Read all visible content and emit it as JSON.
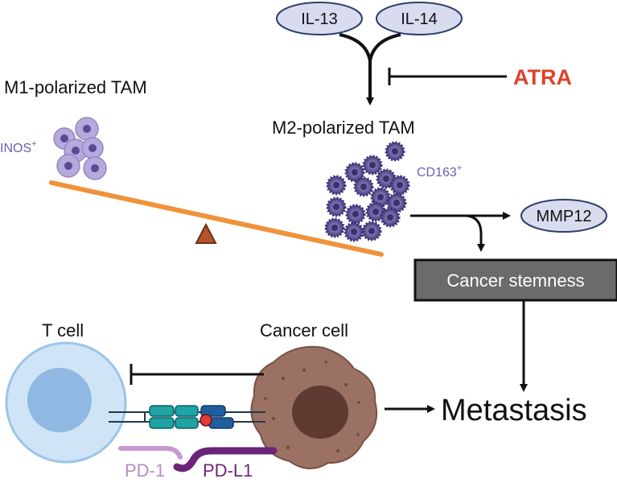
{
  "cytokines": {
    "il13": "IL-13",
    "il14": "IL-14"
  },
  "inhibitor": "ATRA",
  "m1": {
    "title": "M1-polarized TAM",
    "marker": "INOS",
    "marker_sup": "+"
  },
  "m2": {
    "title": "M2-polarized TAM",
    "marker": "CD163",
    "marker_sup": "+"
  },
  "mmp": "MMP12",
  "stemness": "Cancer stemness",
  "tcell": "T cell",
  "cancer": "Cancer  cell",
  "outcome": "Metastasis",
  "pd1": "PD-1",
  "pdl1": "PD-L1",
  "colors": {
    "ellipse_fill": "#d9dcef",
    "ellipse_stroke": "#2f3f68",
    "atra": "#e0412b",
    "seesaw": "#f0923a",
    "m1_cell": "#b7a8de",
    "m2_cell": "#5a4a93",
    "marker_text": "#6a5fb5",
    "stemness_box": "#6b6b6b",
    "tcell_outer": "#cfe4f6",
    "tcell_inner": "#8fb9e3",
    "cancer_outer": "#9a7163",
    "cancer_inner": "#5e3a30",
    "pd1": "#b98ac8",
    "pdl1": "#6b2478"
  }
}
